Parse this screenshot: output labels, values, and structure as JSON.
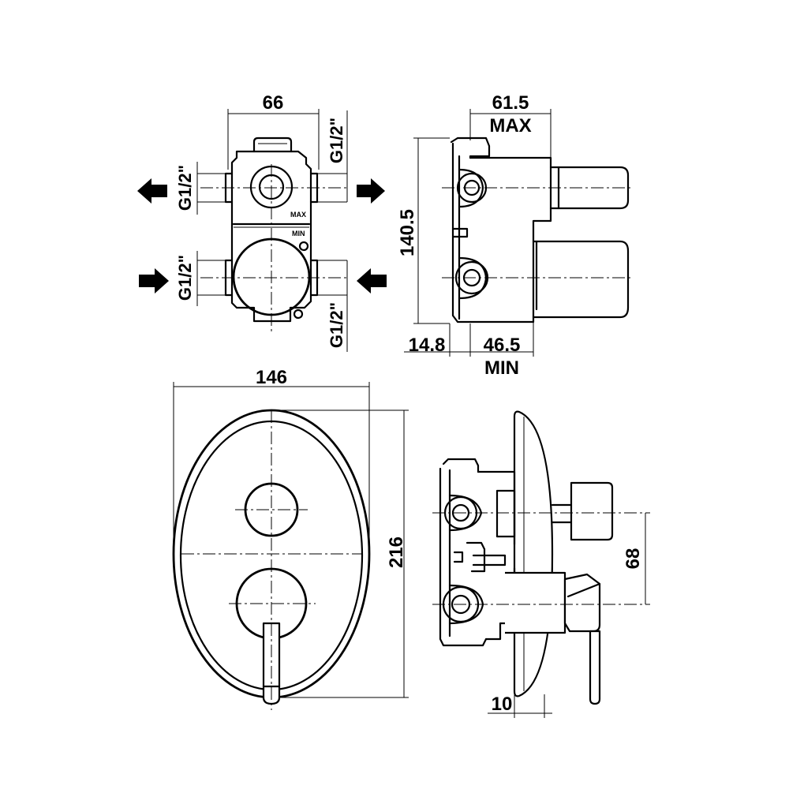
{
  "labels": {
    "top_width": "66",
    "thread_top_in_left": "G1/2\"",
    "thread_top_right": "G1/2\"",
    "thread_bottom_left": "G1/2\"",
    "thread_bottom_right": "G1/2\"",
    "max_mark": "MAX",
    "min_mark": "MIN",
    "side_depth_max": "61.5",
    "side_max_word": "MAX",
    "side_height": "140.5",
    "side_offset": "14.8",
    "side_depth_min": "46.5",
    "side_min_word": "MIN",
    "plate_width": "146",
    "plate_height": "216",
    "axis_spacing": "68",
    "plate_thickness": "10"
  }
}
